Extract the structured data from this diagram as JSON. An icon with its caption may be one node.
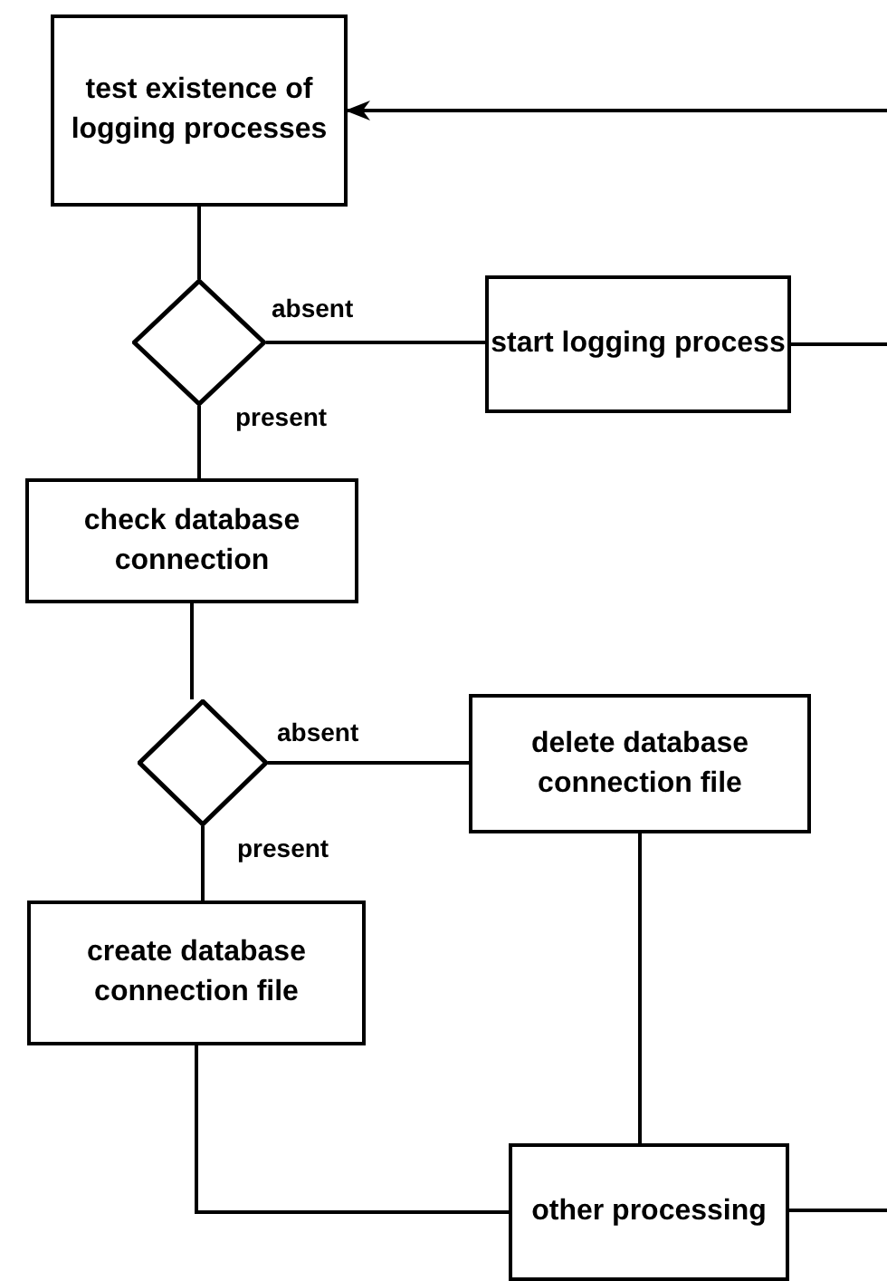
{
  "diagram": {
    "nodes": [
      {
        "text": [
          "test existence of logging processes"
        ]
      },
      {
        "text": [],
        "shape": "diamond"
      },
      {
        "text": [
          "start logging process"
        ]
      },
      {
        "text": [
          "check database connection"
        ]
      },
      {
        "text": [],
        "shape": "diamond"
      },
      {
        "text": [
          "delete database connection file"
        ]
      },
      {
        "text": [
          "create database connection file"
        ]
      },
      {
        "text": [
          "other processing"
        ]
      }
    ],
    "edges": [
      {
        "from": null,
        "to": 0,
        "arrow": "to"
      },
      {
        "from": 0,
        "to": 1,
        "arrow": "none"
      },
      {
        "from": 1,
        "to": 2,
        "arrow": "none",
        "label": "absent"
      },
      {
        "from": 2,
        "to": null,
        "arrow": "none"
      },
      {
        "from": 1,
        "to": 3,
        "arrow": "none",
        "label": "present"
      },
      {
        "from": 3,
        "to": 4,
        "arrow": "none"
      },
      {
        "from": 4,
        "to": 5,
        "arrow": "none",
        "label": "absent"
      },
      {
        "from": 4,
        "to": 6,
        "arrow": "none",
        "label": "present"
      },
      {
        "from": 6,
        "to": 7,
        "arrow": "none"
      },
      {
        "from": 5,
        "to": 7,
        "arrow": "none"
      },
      {
        "from": 7,
        "to": null,
        "arrow": "none"
      }
    ]
  }
}
